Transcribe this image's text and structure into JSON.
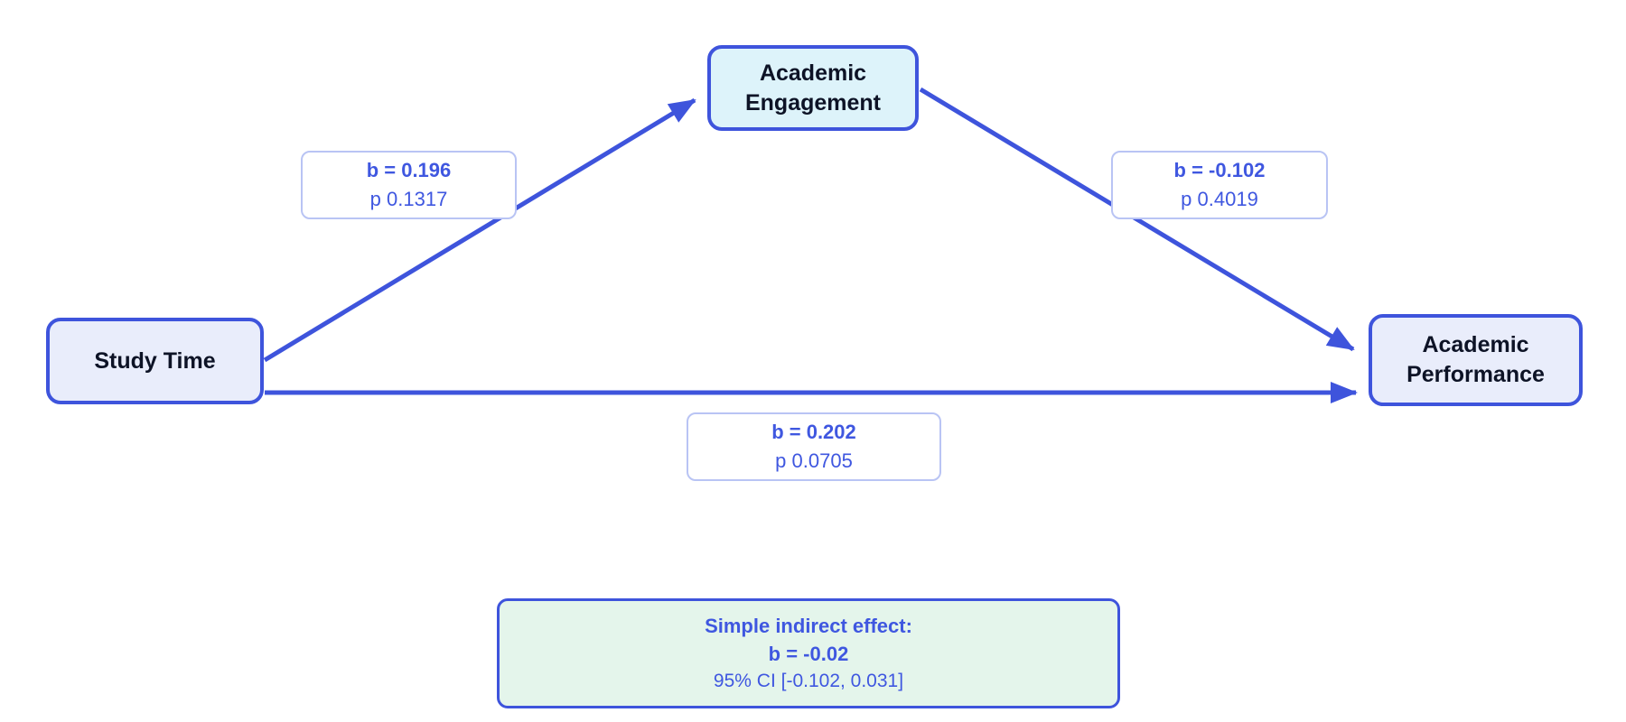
{
  "diagram": {
    "kind": "mediation-path-diagram",
    "nodes": {
      "predictor": {
        "label": "Study Time"
      },
      "mediator": {
        "lines": [
          "Academic",
          "Engagement"
        ]
      },
      "outcome": {
        "lines": [
          "Academic",
          "Performance"
        ]
      }
    },
    "paths": {
      "a": {
        "from": "Study Time",
        "to": "Academic Engagement",
        "coef": "b = 0.196",
        "p": "p 0.1317"
      },
      "b": {
        "from": "Academic Engagement",
        "to": "Academic Performance",
        "coef": "b = -0.102",
        "p": "p 0.4019"
      },
      "c": {
        "from": "Study Time",
        "to": "Academic Performance",
        "coef": "b = 0.202",
        "p": "p 0.0705"
      }
    },
    "result": {
      "title": "Simple indirect effect:",
      "coef": "b = -0.02",
      "ci": "95% CI [-0.102, 0.031]"
    },
    "colors": {
      "arrow_and_border": "#3e54dc",
      "label_text": "#3f57e0",
      "label_border": "#b9c4f4",
      "node_fill_default": "#e9edfb",
      "node_fill_mediator": "#ddf3fa",
      "result_fill": "#e4f5eb",
      "node_text": "#0d1326",
      "background": "#ffffff"
    }
  }
}
